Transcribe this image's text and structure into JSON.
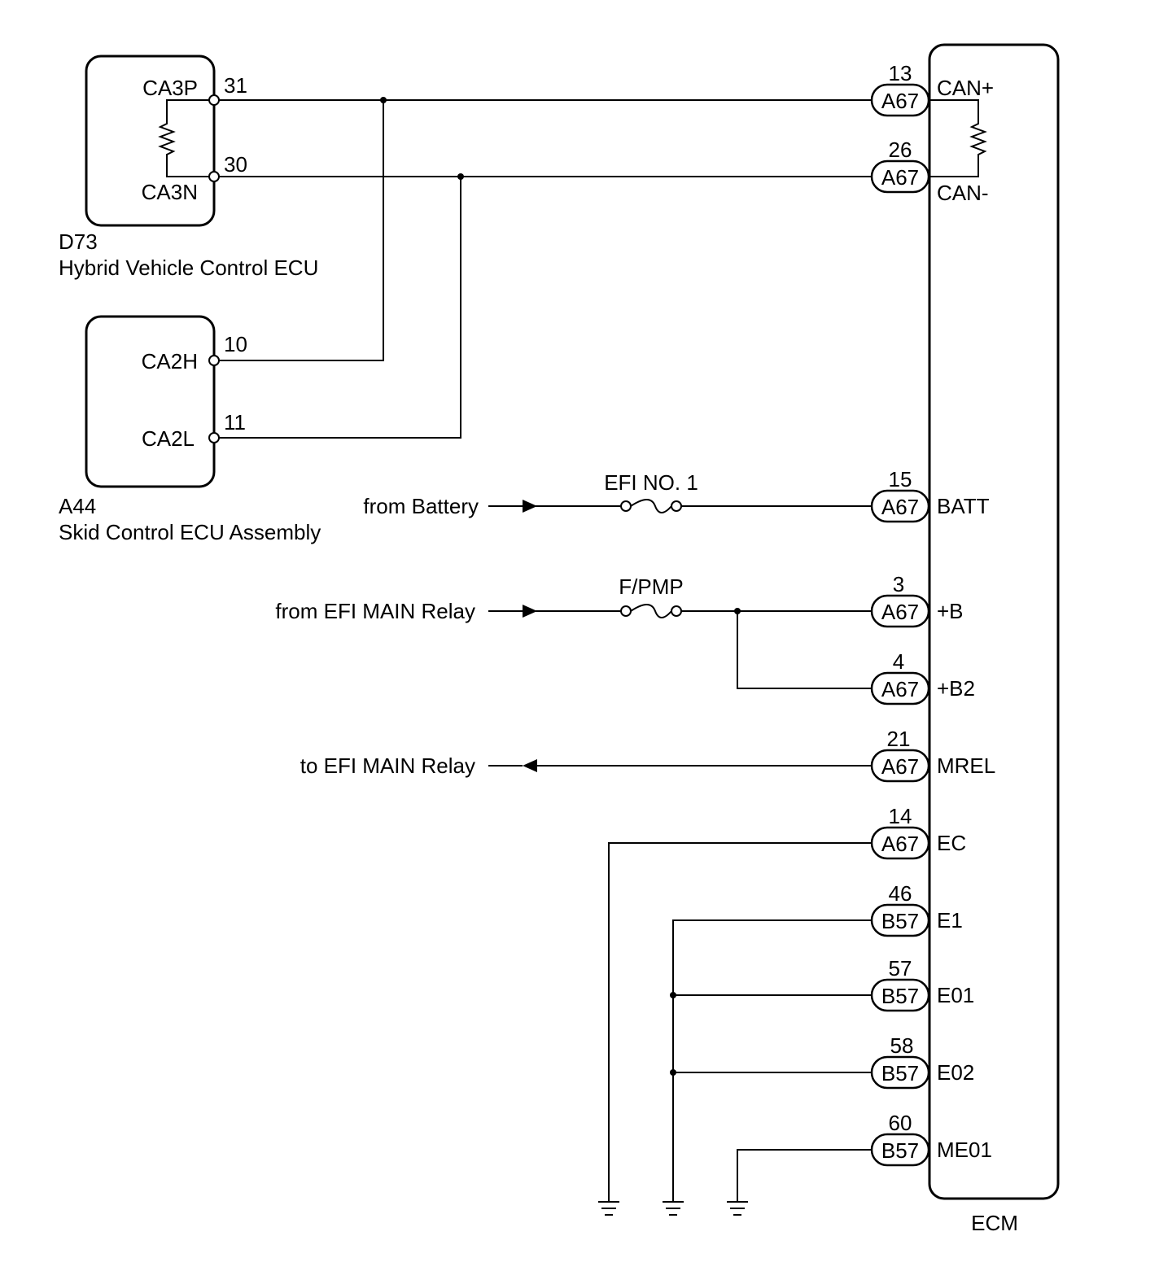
{
  "ecus": {
    "hv": {
      "code": "D73",
      "name": "Hybrid Vehicle Control ECU",
      "pins": [
        {
          "label": "CA3P",
          "number": "31"
        },
        {
          "label": "CA3N",
          "number": "30"
        }
      ]
    },
    "skid": {
      "code": "A44",
      "name": "Skid Control ECU Assembly",
      "pins": [
        {
          "label": "CA2H",
          "number": "10"
        },
        {
          "label": "CA2L",
          "number": "11"
        }
      ]
    },
    "ecm": {
      "name": "ECM"
    }
  },
  "ecm_pins": [
    {
      "num": "13",
      "connector": "A67",
      "label": "CAN+"
    },
    {
      "num": "26",
      "connector": "A67",
      "label": "CAN-"
    },
    {
      "num": "15",
      "connector": "A67",
      "label": "BATT"
    },
    {
      "num": "3",
      "connector": "A67",
      "label": "+B"
    },
    {
      "num": "4",
      "connector": "A67",
      "label": "+B2"
    },
    {
      "num": "21",
      "connector": "A67",
      "label": "MREL"
    },
    {
      "num": "14",
      "connector": "A67",
      "label": "EC"
    },
    {
      "num": "46",
      "connector": "B57",
      "label": "E1"
    },
    {
      "num": "57",
      "connector": "B57",
      "label": "E01"
    },
    {
      "num": "58",
      "connector": "B57",
      "label": "E02"
    },
    {
      "num": "60",
      "connector": "B57",
      "label": "ME01"
    }
  ],
  "fuses": [
    {
      "name": "EFI NO. 1"
    },
    {
      "name": "F/PMP"
    }
  ],
  "sources": [
    "from Battery",
    "from EFI MAIN Relay",
    "to EFI MAIN Relay"
  ]
}
